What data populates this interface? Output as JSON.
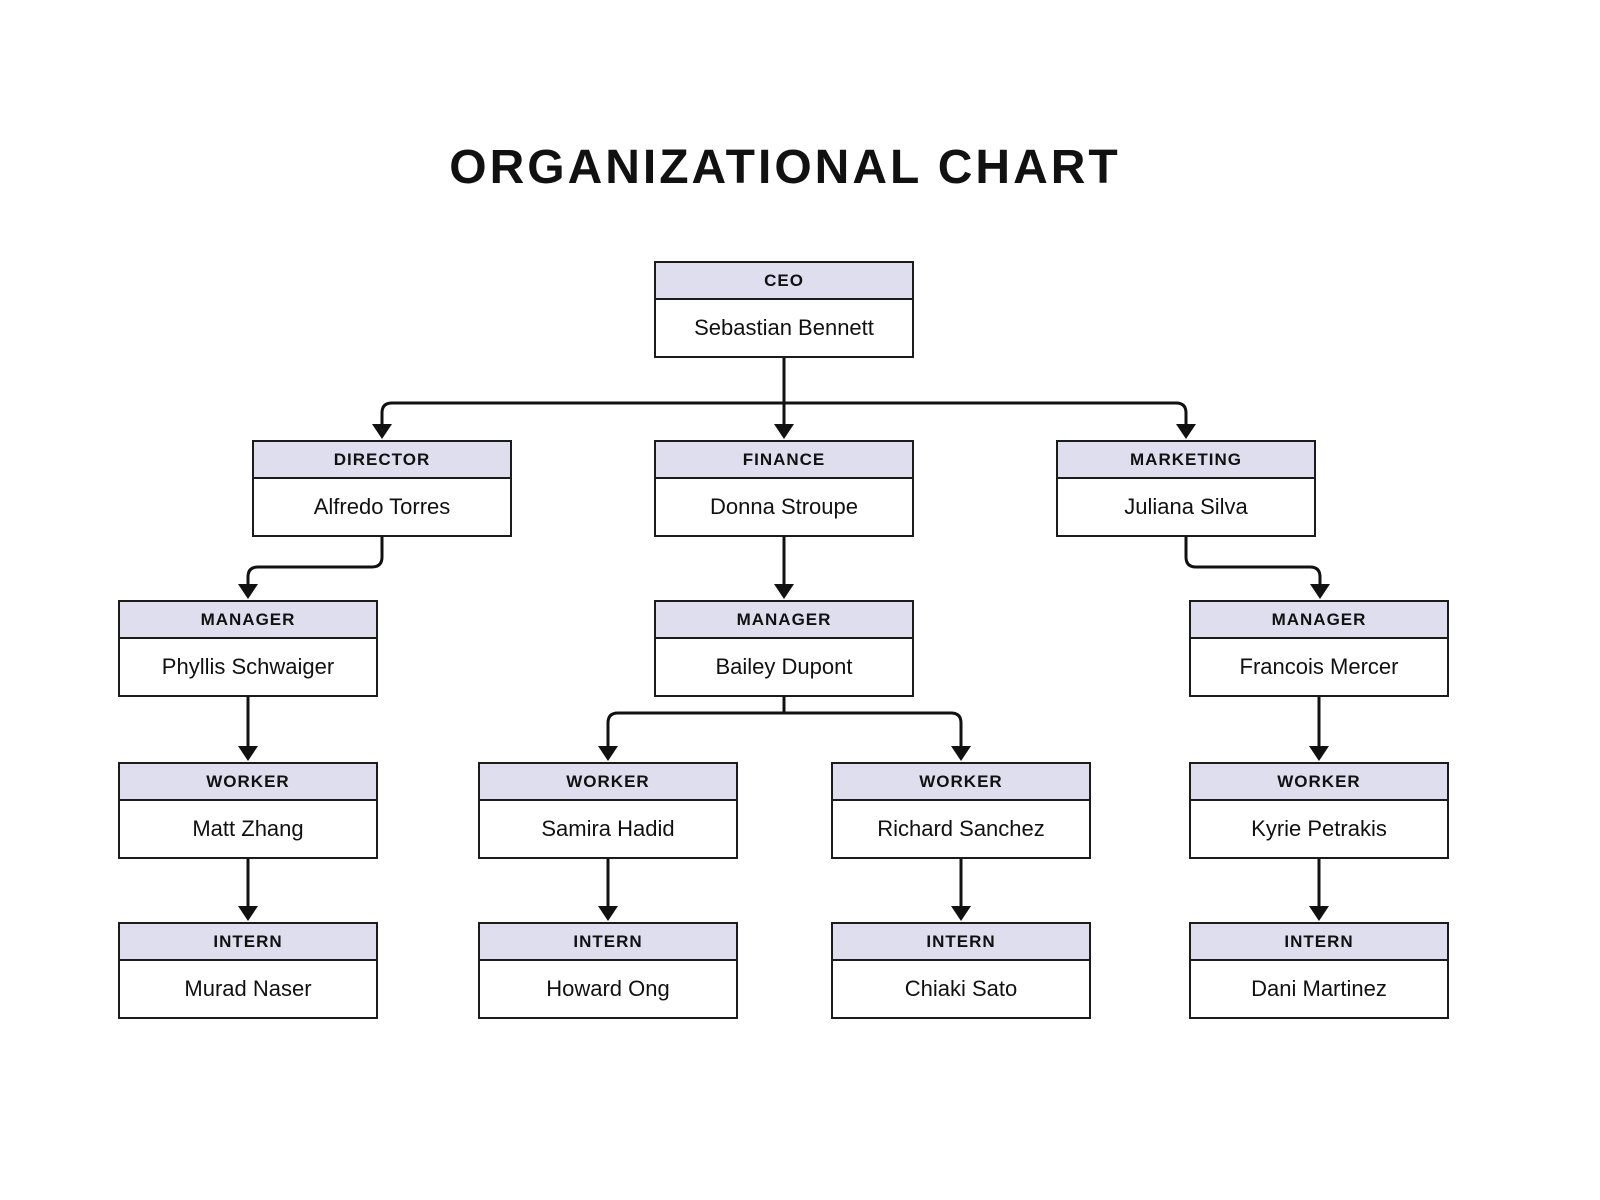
{
  "title": "ORGANIZATIONAL CHART",
  "palette": {
    "header_fill": "#dedeef",
    "box_fill": "#ffffff",
    "box_border": "#1b1b1b",
    "connector": "#111111",
    "text": "#111111",
    "background": "#ffffff"
  },
  "nodes": {
    "ceo": {
      "role": "CEO",
      "name": "Sebastian Bennett"
    },
    "director": {
      "role": "DIRECTOR",
      "name": "Alfredo Torres"
    },
    "finance": {
      "role": "FINANCE",
      "name": "Donna Stroupe"
    },
    "marketing": {
      "role": "MARKETING",
      "name": "Juliana Silva"
    },
    "manager_director": {
      "role": "MANAGER",
      "name": "Phyllis Schwaiger"
    },
    "manager_finance": {
      "role": "MANAGER",
      "name": "Bailey Dupont"
    },
    "manager_marketing": {
      "role": "MANAGER",
      "name": "Francois Mercer"
    },
    "worker_director": {
      "role": "WORKER",
      "name": "Matt Zhang"
    },
    "worker_finance_1": {
      "role": "WORKER",
      "name": "Samira Hadid"
    },
    "worker_finance_2": {
      "role": "WORKER",
      "name": "Richard Sanchez"
    },
    "worker_marketing": {
      "role": "WORKER",
      "name": "Kyrie Petrakis"
    },
    "intern_director": {
      "role": "INTERN",
      "name": "Murad Naser"
    },
    "intern_finance_1": {
      "role": "INTERN",
      "name": "Howard Ong"
    },
    "intern_finance_2": {
      "role": "INTERN",
      "name": "Chiaki Sato"
    },
    "intern_marketing": {
      "role": "INTERN",
      "name": "Dani Martinez"
    }
  },
  "edges": [
    {
      "from": "ceo",
      "to": "director"
    },
    {
      "from": "ceo",
      "to": "finance"
    },
    {
      "from": "ceo",
      "to": "marketing"
    },
    {
      "from": "director",
      "to": "manager_director"
    },
    {
      "from": "finance",
      "to": "manager_finance"
    },
    {
      "from": "marketing",
      "to": "manager_marketing"
    },
    {
      "from": "manager_director",
      "to": "worker_director"
    },
    {
      "from": "manager_finance",
      "to": "worker_finance_1"
    },
    {
      "from": "manager_finance",
      "to": "worker_finance_2"
    },
    {
      "from": "manager_marketing",
      "to": "worker_marketing"
    },
    {
      "from": "worker_director",
      "to": "intern_director"
    },
    {
      "from": "worker_finance_1",
      "to": "intern_finance_1"
    },
    {
      "from": "worker_finance_2",
      "to": "intern_finance_2"
    },
    {
      "from": "worker_marketing",
      "to": "intern_marketing"
    }
  ]
}
